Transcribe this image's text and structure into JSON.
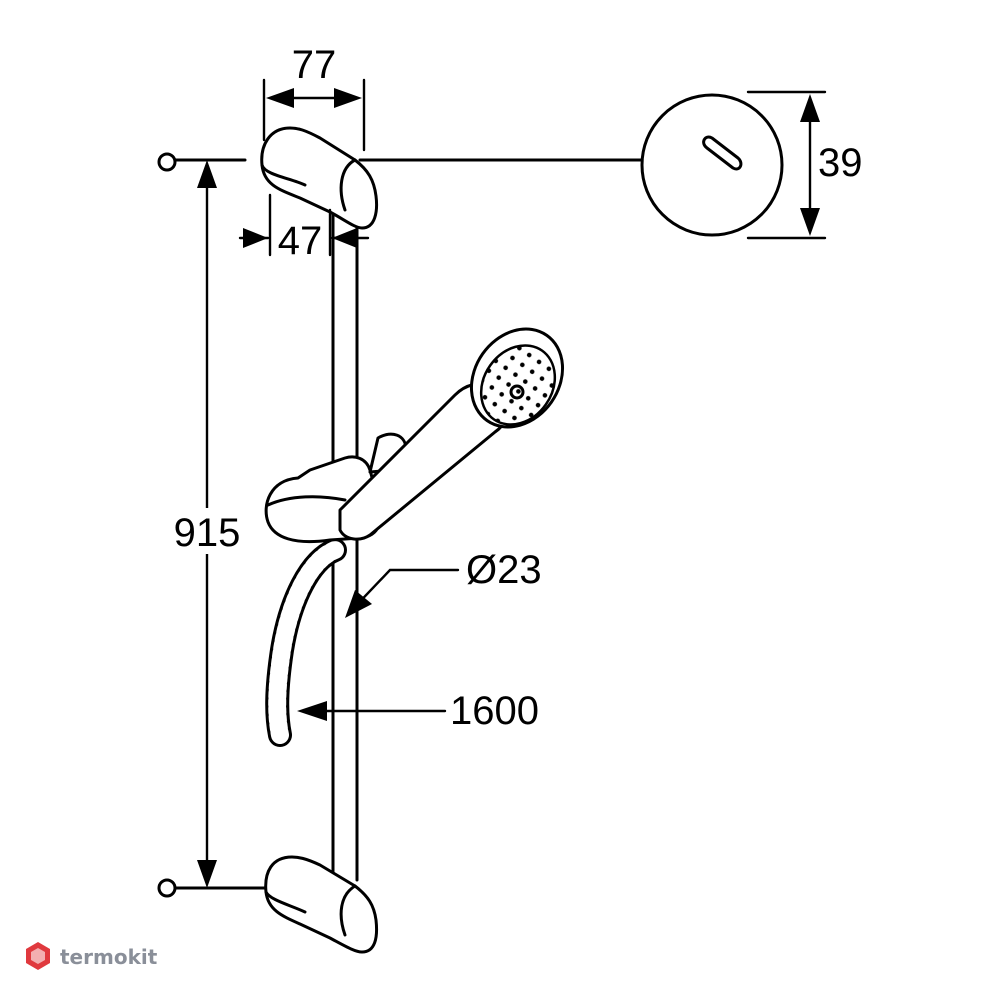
{
  "dimensions": {
    "bracket_width": "77",
    "bracket_depth": "47",
    "cover_diameter": "39",
    "rail_length": "915",
    "rail_diameter": "Ø23",
    "hose_length": "1600"
  },
  "watermark": {
    "text": "termokit"
  },
  "colors": {
    "line": "#000000",
    "background": "#ffffff",
    "watermark_text": "#8a8f99",
    "watermark_logo": "#e0393e"
  }
}
